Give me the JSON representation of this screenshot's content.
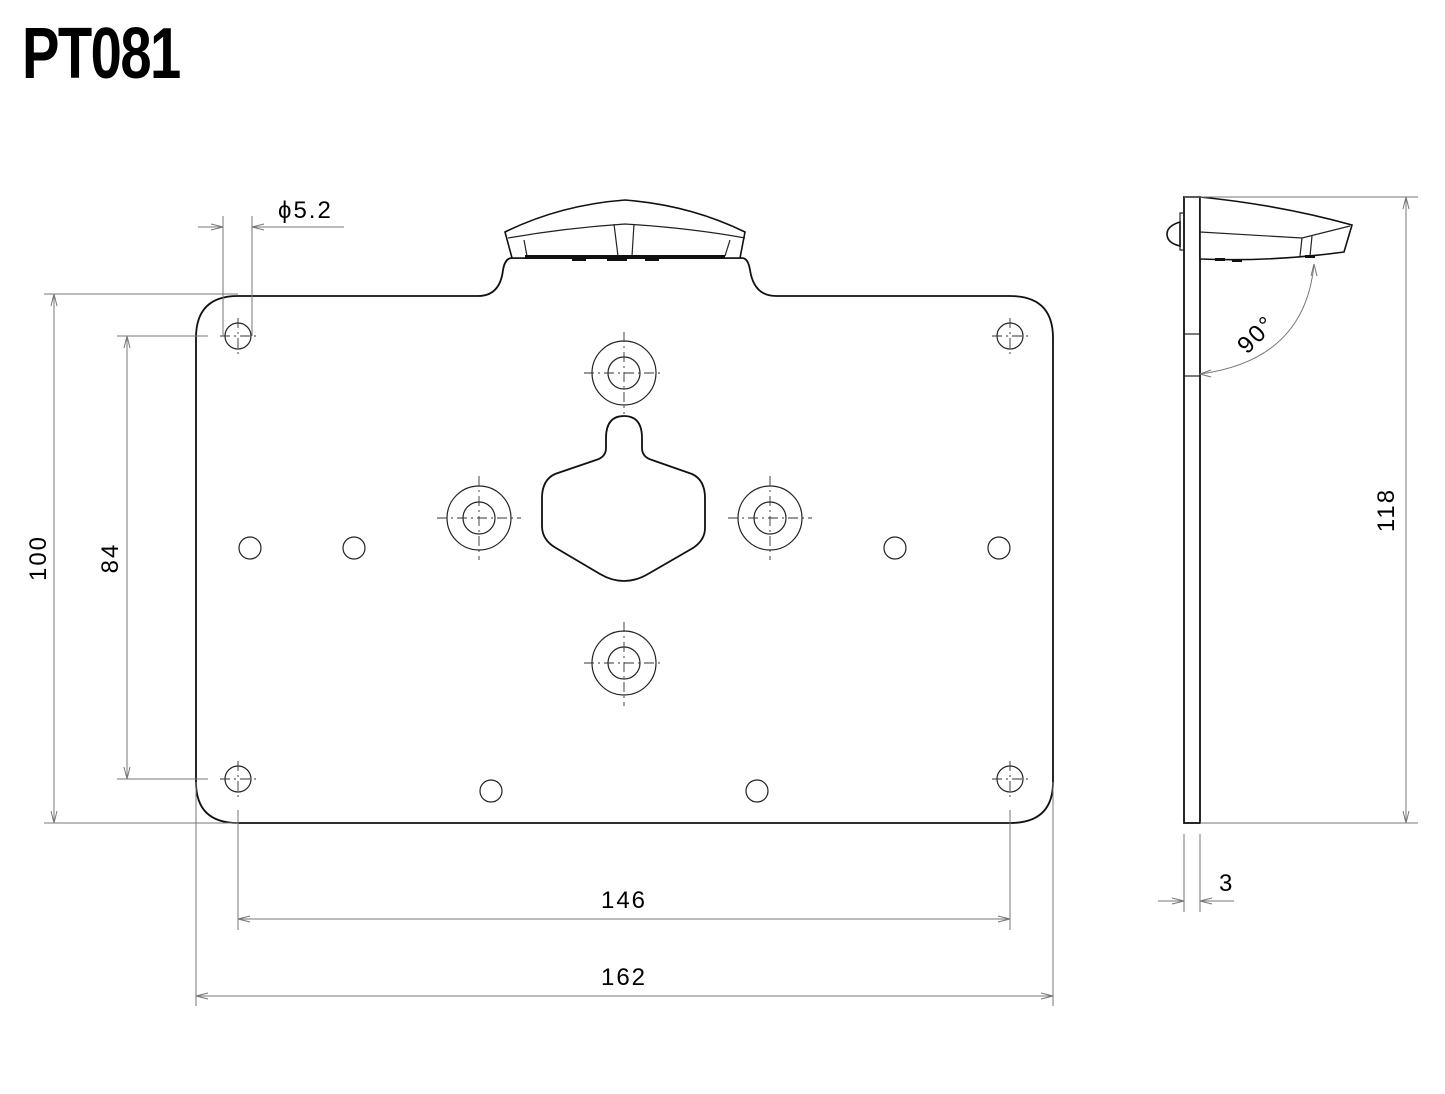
{
  "drawing": {
    "part_number": "PT081",
    "views": [
      "front-view",
      "side-view"
    ],
    "dimensions": {
      "hole_diameter": "ϕ5.2",
      "overall_height": "100",
      "hole_vertical_spacing": "84",
      "hole_horizontal_spacing": "146",
      "overall_width": "162",
      "side_height": "118",
      "thickness": "3",
      "angle": "90°"
    },
    "colors": {
      "line": "#111111",
      "dimension_line": "#777777",
      "background": "#ffffff"
    }
  }
}
